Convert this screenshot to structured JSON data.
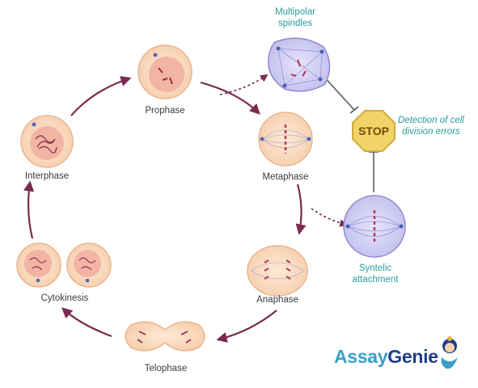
{
  "stages": {
    "prophase": "Prophase",
    "metaphase": "Metaphase",
    "anaphase": "Anaphase",
    "telophase": "Telophase",
    "cytokinesis": "Cytokinesis",
    "interphase": "Interphase"
  },
  "errors": {
    "multipolar_line1": "Multipolar",
    "multipolar_line2": "spindles",
    "syntelic_line1": "Syntelic",
    "syntelic_line2": "attachment",
    "detection_line1": "Detection of cell",
    "detection_line2": "division errors",
    "stop_sign": "STOP"
  },
  "logo": {
    "part1": "Assay",
    "part2": "Genie"
  },
  "colors": {
    "arrow": "#7a2b4f",
    "cell_fill": "#fbe3cc",
    "cell_border": "#e9b58f",
    "nucleus": "#f3b5a3",
    "error_cell": "#c9c6ef",
    "error_border": "#8f88cf",
    "stop_fill": "#f2d36a",
    "teal_text": "#2a9d9a"
  }
}
